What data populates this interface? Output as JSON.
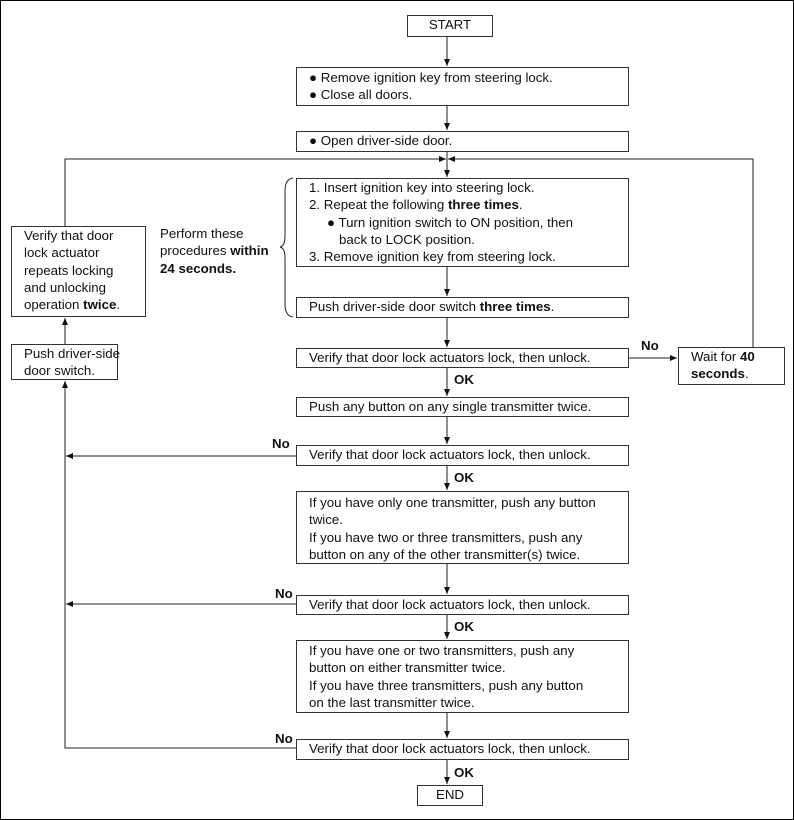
{
  "nodes": {
    "start": [
      [
        {
          "text": "START"
        }
      ]
    ],
    "remove_key": [
      [
        {
          "text": "●  Remove ignition key from steering lock."
        }
      ],
      [
        {
          "text": "●  Close all doors."
        }
      ]
    ],
    "open_door": [
      [
        {
          "text": "●  Open driver-side door."
        }
      ]
    ],
    "procedures": [
      [
        {
          "text": "1.  Insert ignition key into steering lock."
        }
      ],
      [
        {
          "text": "2.  Repeat the following "
        },
        {
          "text": "three times",
          "bold": true
        },
        {
          "text": "."
        }
      ],
      [
        {
          "text": "●  Turn ignition switch to ON position, then",
          "cls": "sub"
        }
      ],
      [
        {
          "text": "back to LOCK position.",
          "cls": "sub2"
        }
      ],
      [
        {
          "text": "3.  Remove ignition key from steering lock."
        }
      ]
    ],
    "push_switch": [
      [
        {
          "text": "Push driver-side door switch "
        },
        {
          "text": "three times",
          "bold": true
        },
        {
          "text": "."
        }
      ]
    ],
    "verify_1": [
      [
        {
          "text": "Verify that door lock actuators lock, then unlock."
        }
      ]
    ],
    "wait": [
      [
        {
          "text": "Wait for "
        },
        {
          "text": "40",
          "bold": true
        }
      ],
      [
        {
          "text": "seconds",
          "bold": true
        },
        {
          "text": "."
        }
      ]
    ],
    "push_any": [
      [
        {
          "text": "Push any button on any single transmitter twice."
        }
      ]
    ],
    "verify_2": [
      [
        {
          "text": "Verify that door lock actuators lock, then unlock."
        }
      ]
    ],
    "second_tx": [
      [
        {
          "text": "If you have only one transmitter, push any button"
        }
      ],
      [
        {
          "text": "twice."
        }
      ],
      [
        {
          "text": "If you have two or three transmitters, push any"
        }
      ],
      [
        {
          "text": "button on any of the other transmitter(s) twice."
        }
      ]
    ],
    "verify_3": [
      [
        {
          "text": "Verify that door lock actuators lock, then unlock."
        }
      ]
    ],
    "third_tx": [
      [
        {
          "text": "If you have one or two transmitters, push any"
        }
      ],
      [
        {
          "text": "button on either transmitter twice."
        }
      ],
      [
        {
          "text": "If you have three transmitters, push any button"
        }
      ],
      [
        {
          "text": "on the last transmitter twice."
        }
      ]
    ],
    "verify_4": [
      [
        {
          "text": "Verify that door lock actuators lock, then unlock."
        }
      ]
    ],
    "end": [
      [
        {
          "text": "END"
        }
      ]
    ],
    "left_verify": [
      [
        {
          "text": "Verify that door"
        }
      ],
      [
        {
          "text": "lock actuator"
        }
      ],
      [
        {
          "text": "repeats locking"
        }
      ],
      [
        {
          "text": "and unlocking"
        }
      ],
      [
        {
          "text": "operation "
        },
        {
          "text": "twice",
          "bold": true
        },
        {
          "text": "."
        }
      ]
    ],
    "left_push": [
      [
        {
          "text": "Push driver-side"
        }
      ],
      [
        {
          "text": "door switch."
        }
      ]
    ],
    "perform_note": [
      [
        {
          "text": "Perform these"
        }
      ],
      [
        {
          "text": "procedures "
        },
        {
          "text": "within",
          "bold": true
        }
      ],
      [
        {
          "text": "24 seconds.",
          "bold": true
        }
      ]
    ]
  },
  "labels": {
    "no": "No",
    "ok": "OK"
  }
}
